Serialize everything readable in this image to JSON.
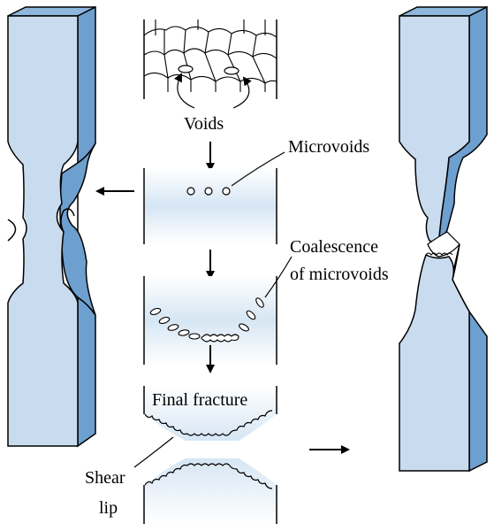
{
  "labels": {
    "voids": "Voids",
    "microvoids": "Microvoids",
    "coalescence_line1": "Coalescence",
    "coalescence_line2": "of microvoids",
    "final_fracture": "Final fracture",
    "shear_line1": "Shear",
    "shear_line2": "lip"
  },
  "colors": {
    "bar_front": "#c9dcef",
    "bar_side": "#6d9fcf",
    "bar_top": "#8fb7dd",
    "panel_tint": "#d6e6f4",
    "ink": "#000000"
  }
}
